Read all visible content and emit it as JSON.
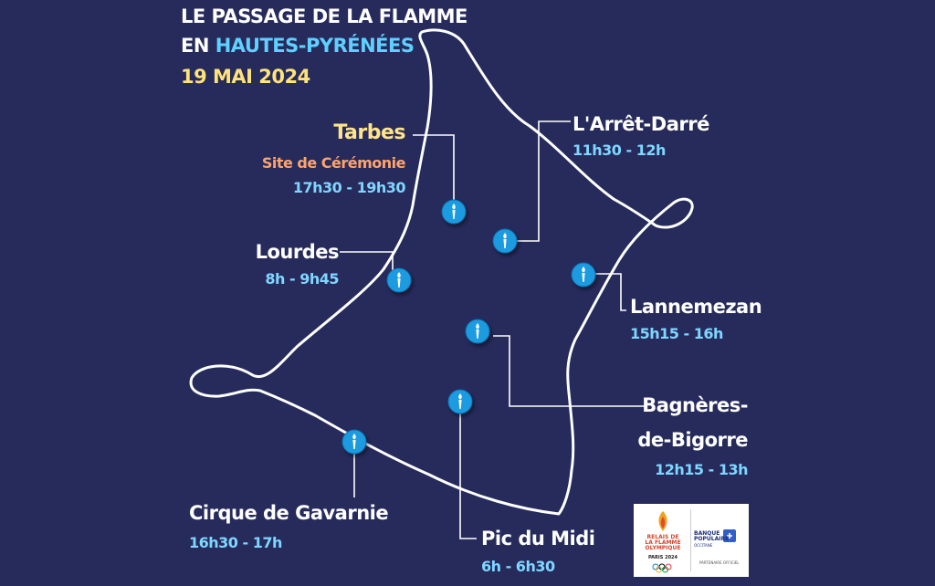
{
  "title": {
    "line1": "LE PASSAGE DE LA FLAMME",
    "line2_prefix": "EN ",
    "line2_highlight": "HAUTES-PYRÉNÉES",
    "date": "19 MAI 2024"
  },
  "places": {
    "tarbes": {
      "name": "Tarbes",
      "subtitle": "Site de Cérémonie",
      "time": "17h30 - 19h30"
    },
    "arret_darre": {
      "name": "L'Arrêt-Darré",
      "time": "11h30 - 12h"
    },
    "lourdes": {
      "name": "Lourdes",
      "time": "8h - 9h45"
    },
    "lannemezan": {
      "name": "Lannemezan",
      "time": "15h15 - 16h"
    },
    "bagneres": {
      "name_line1": "Bagnères-",
      "name_line2": "de-Bigorre",
      "time": "12h15 - 13h"
    },
    "gavarnie": {
      "name": "Cirque de Gavarnie",
      "time": "16h30 - 17h"
    },
    "pic_du_midi": {
      "name": "Pic du Midi",
      "time": "6h - 6h30"
    }
  },
  "logos": {
    "relais": "RELAIS DE\nLA FLAMME\nOLYMPIQUE",
    "paris": "PARIS 2024",
    "bank": "BANQUE\nPOPULAIRE",
    "bank_region": "OCCITANE",
    "partner": "PARTENAIRE OFFICIEL"
  },
  "colors": {
    "background": "#262b5c",
    "marker": "#1a9be0",
    "outline": "#ffffff",
    "tarbes": "#ffe58a",
    "ceremony": "#ffa36b",
    "time": "#7fd6ff",
    "date": "#ffe27a",
    "highlight": "#5fd0ff"
  },
  "marker_icon": "torch-icon"
}
